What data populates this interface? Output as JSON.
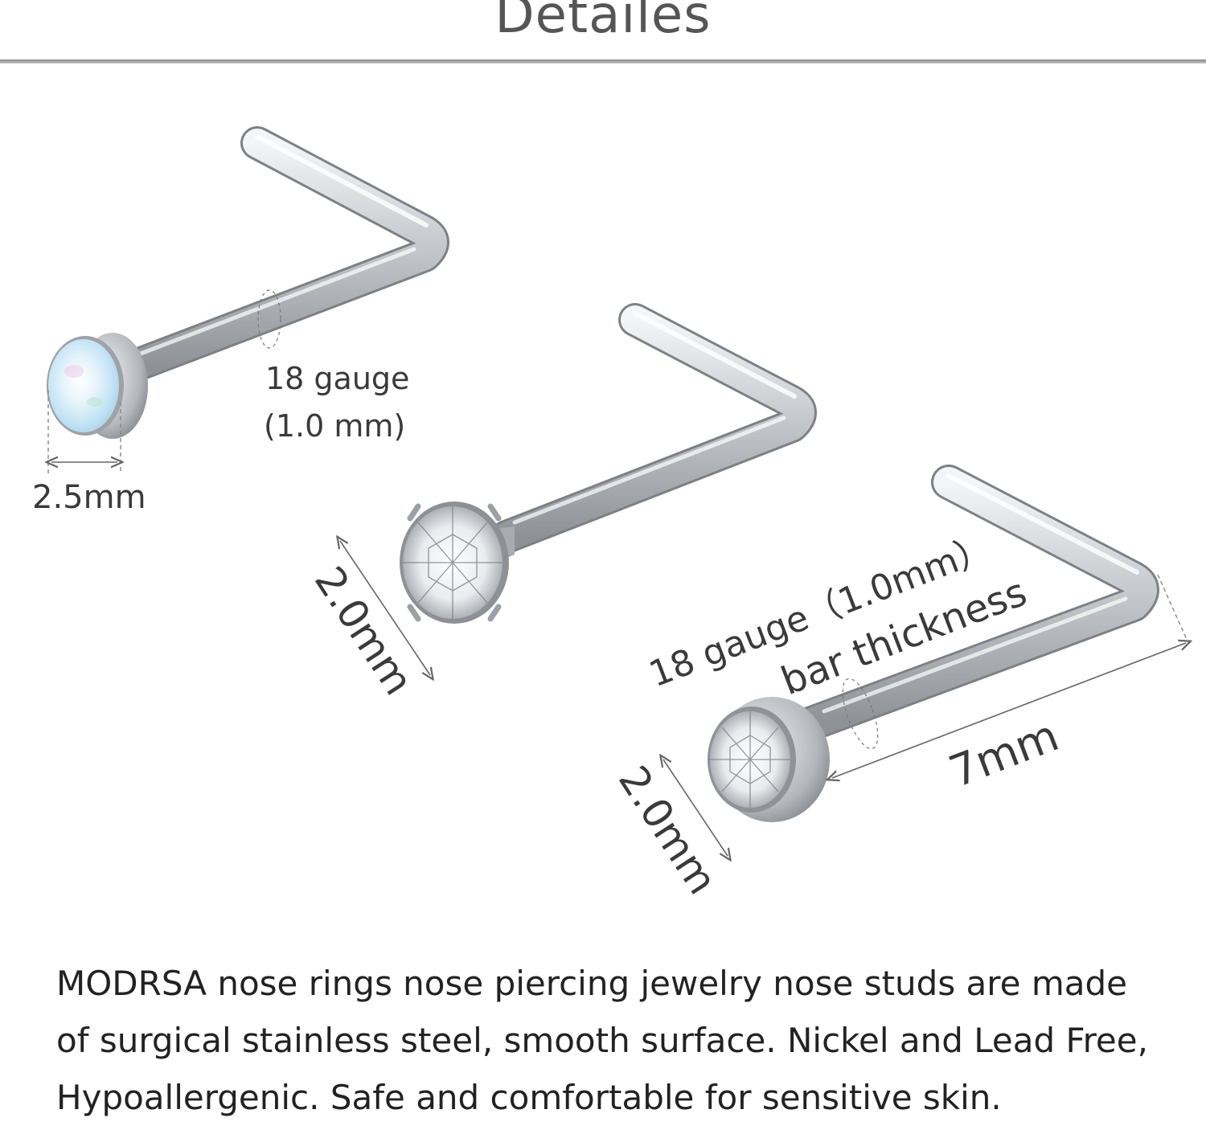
{
  "title": "Detailes",
  "colors": {
    "title": "#555555",
    "text": "#222222",
    "steel": "#c9ccd0",
    "opal": "#cfe9f7"
  },
  "labels": {
    "gauge_top_line1": "18 gauge",
    "gauge_top_line2": "(1.0 mm)",
    "opal_diameter": "2.5mm",
    "middle_diameter": "2.0mm",
    "gauge_right_line1": "18 gauge（1.0mm）",
    "gauge_right_line2": "bar thickness",
    "bar_length": "7mm",
    "bottom_diameter": "2.0mm"
  },
  "description": {
    "line1": "MODRSA nose rings nose piercing jewelry nose studs are made",
    "line2": "of surgical stainless steel, smooth surface. Nickel and Lead Free,",
    "line3": "Hypoallergenic. Safe and comfortable for sensitive skin."
  }
}
